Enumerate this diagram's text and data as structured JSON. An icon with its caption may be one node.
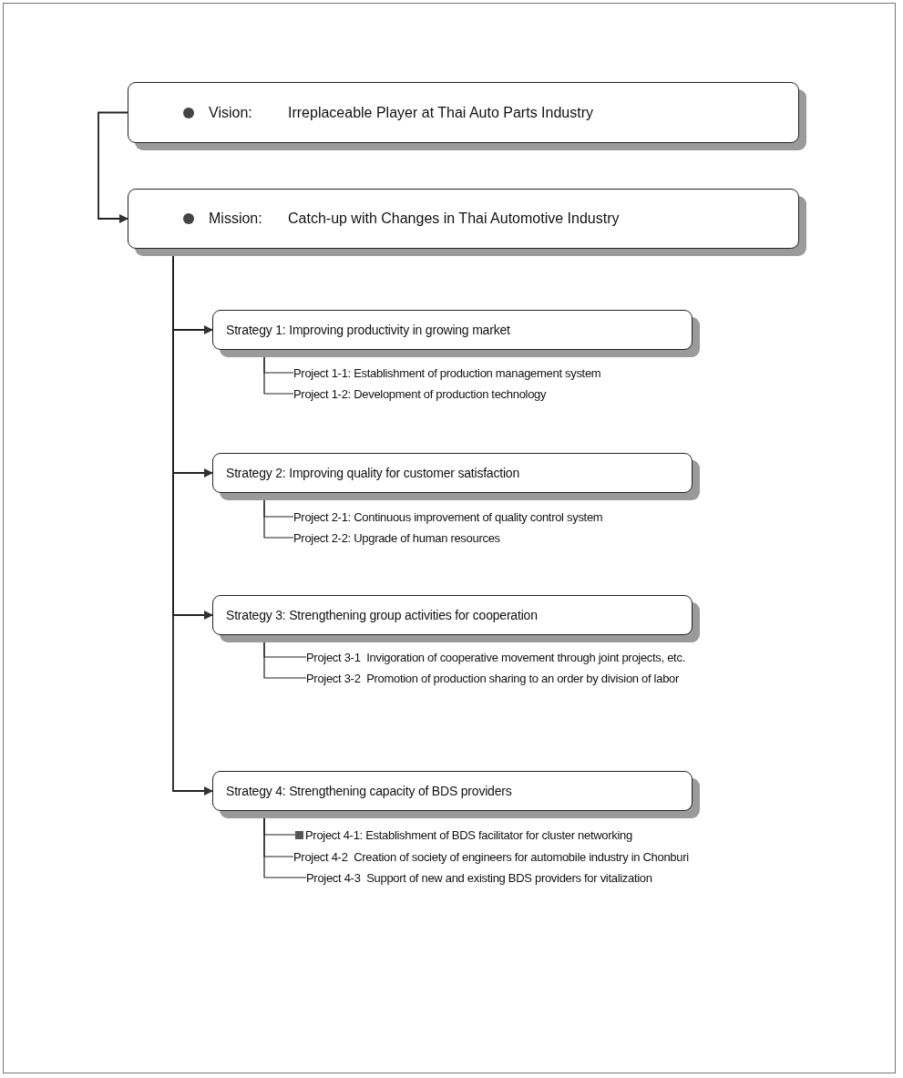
{
  "diagram": {
    "nodes": [
      {
        "text": [
          "Vision:",
          "Irreplaceable Player at Thai Auto Parts Industry"
        ]
      },
      {
        "text": [
          "Mission:",
          "Catch-up with Changes in Thai Automotive Industry"
        ]
      },
      {
        "text": [
          "Strategy 1: Improving productivity in growing market"
        ]
      },
      {
        "text": [
          "Project 1-1: Establishment of production management system"
        ]
      },
      {
        "text": [
          "Project 1-2: Development of production technology"
        ]
      },
      {
        "text": [
          "Strategy 2: Improving quality for customer satisfaction"
        ]
      },
      {
        "text": [
          "Project 2-1: Continuous improvement of quality control system"
        ]
      },
      {
        "text": [
          "Project 2-2: Upgrade of human resources"
        ]
      },
      {
        "text": [
          "Strategy 3: Strengthening group activities for cooperation"
        ]
      },
      {
        "text": [
          "Project 3-1  Invigoration of cooperative movement through joint projects, etc."
        ]
      },
      {
        "text": [
          "Project 3-2  Promotion of production sharing to an order by division of labor"
        ]
      },
      {
        "text": [
          "Strategy 4: Strengthening capacity of BDS providers"
        ]
      },
      {
        "text": [
          "Project 4-1: Establishment of BDS facilitator for cluster networking"
        ]
      },
      {
        "text": [
          "Project 4-2  Creation of society of engineers for automobile industry in Chonburi"
        ]
      },
      {
        "text": [
          "Project 4-3  Support of new and existing BDS providers for vitalization"
        ]
      }
    ],
    "edges": [
      {
        "from": 0,
        "to": 1,
        "arrow": "to"
      },
      {
        "from": 1,
        "to": 2,
        "arrow": "to"
      },
      {
        "from": 1,
        "to": 5,
        "arrow": "to"
      },
      {
        "from": 1,
        "to": 8,
        "arrow": "to"
      },
      {
        "from": 1,
        "to": 11,
        "arrow": "to"
      },
      {
        "from": 2,
        "to": 3,
        "arrow": "none"
      },
      {
        "from": 2,
        "to": 4,
        "arrow": "none"
      },
      {
        "from": 5,
        "to": 6,
        "arrow": "none"
      },
      {
        "from": 5,
        "to": 7,
        "arrow": "none"
      },
      {
        "from": 8,
        "to": 9,
        "arrow": "none"
      },
      {
        "from": 8,
        "to": 10,
        "arrow": "none"
      },
      {
        "from": 11,
        "to": 12,
        "arrow": "none"
      },
      {
        "from": 11,
        "to": 13,
        "arrow": "none"
      },
      {
        "from": 11,
        "to": 14,
        "arrow": "none"
      }
    ]
  }
}
